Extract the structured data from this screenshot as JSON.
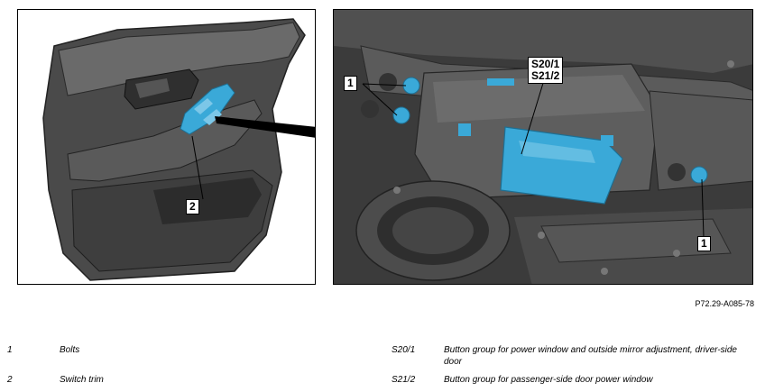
{
  "figure": {
    "id": "P72.29-A085-78",
    "callouts": {
      "bolts": "1",
      "switch_trim": "2",
      "s20": "S20/1",
      "s21": "S21/2"
    }
  },
  "legend": [
    {
      "key": "1",
      "text": "Bolts"
    },
    {
      "key": "2",
      "text": "Switch trim"
    },
    {
      "key": "S20/1",
      "text": "Button group for power window and outside mirror adjustment, driver-side door"
    },
    {
      "key": "S21/2",
      "text": "Button group for passenger-side door power window"
    }
  ],
  "colors": {
    "highlight": "#3aa9d8",
    "trim_dark": "#3a3a3a",
    "background": "#ffffff"
  }
}
